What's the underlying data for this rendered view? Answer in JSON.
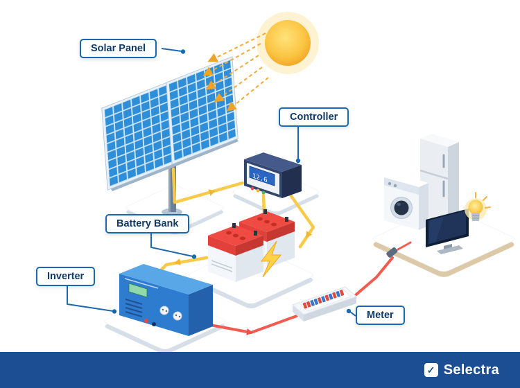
{
  "labels": {
    "solar_panel": "Solar Panel",
    "controller": "Controller",
    "battery_bank": "Battery Bank",
    "inverter": "Inverter",
    "meter": "Meter"
  },
  "controller": {
    "display_value": "12.6"
  },
  "footer": {
    "brand": "Selectra"
  },
  "icons": {
    "brand_check_glyph": "✓"
  },
  "colors": {
    "label_border": "#1a68b2",
    "label_text": "#103a66",
    "dc_wire_yellow": "#f8ca4a",
    "ac_wire_red": "#f15b50",
    "panel_cell_blue": "#2f8ed8",
    "sun_orange": "#f5a623",
    "battery_red": "#e2403a",
    "inverter_blue": "#2e7cd0",
    "footer_background": "#1c4e93"
  }
}
